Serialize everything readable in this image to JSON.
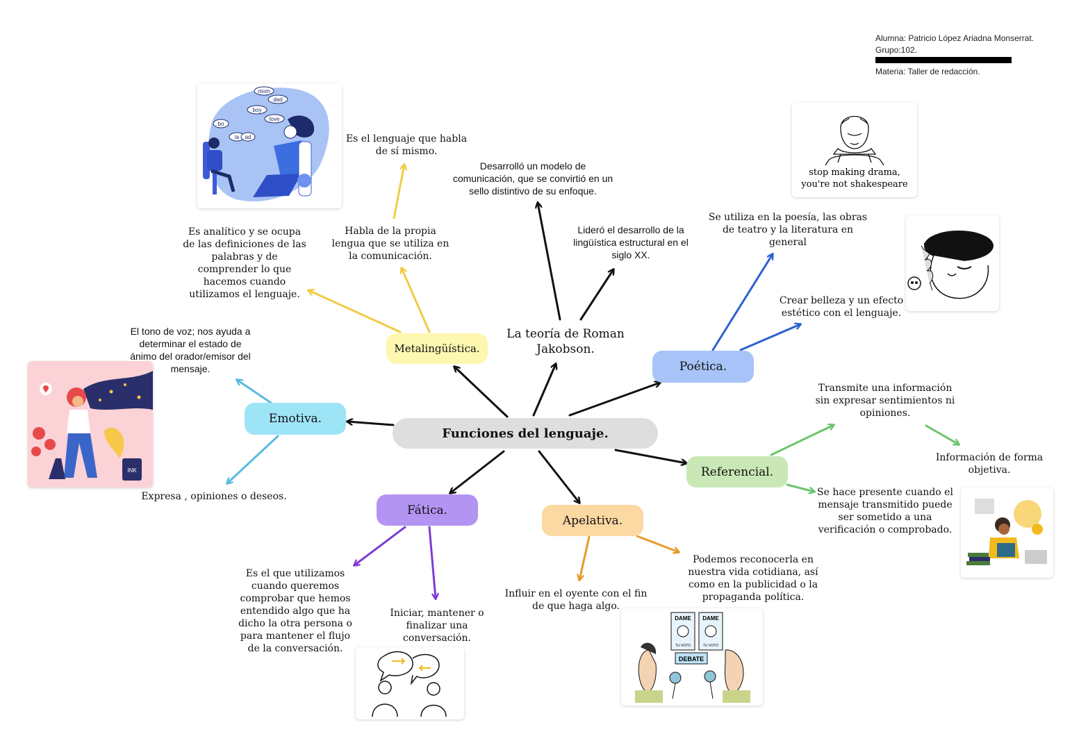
{
  "header": {
    "student": "Alumna: Patricio López Ariadna Monserrat.",
    "group": "Grupo:102.",
    "subject": "Materia: Taller de redacción."
  },
  "center": {
    "label": "Funciones del  lenguaje."
  },
  "topic": {
    "label": "La teoría de Roman Jakobson."
  },
  "nodes": {
    "metalinguistica": "Metalingüística.",
    "emotiva": "Emotiva.",
    "poetica": "Poética.",
    "referencial": "Referencial.",
    "fatica": "Fática.",
    "apelativa": "Apelativa."
  },
  "texts": {
    "jakobson_model": "Desarrolló un modelo de comunicación, que se convirtió en un sello distintivo de su enfoque.",
    "jakobson_structural": "Lideró el desarrollo de la lingüística estructural en el siglo XX.",
    "meta_self": "Es el lenguaje que habla de sí mismo.",
    "meta_own": "Habla de la propia lengua que se utiliza en la comunicación.",
    "meta_analytic": "Es analítico y se ocupa de las definiciones de las palabras y de comprender lo que hacemos cuando utilizamos el lenguaje.",
    "emotiva_tone": "El tono de voz; nos ayuda a determinar el estado de ánimo del orador/emisor del mensaje.",
    "emotiva_express": "Expresa , opiniones o deseos.",
    "poetica_use": "Se utiliza en la poesía, las obras de teatro y la literatura en general",
    "poetica_beauty": "Crear belleza y un efecto estético con el lenguaje.",
    "ref_transmit": "Transmite una información sin expresar sentimientos ni opiniones.",
    "ref_objective": "Información de forma objetiva.",
    "ref_verify": "Se hace presente cuando el mensaje transmitido puede ser sometido a una verificación o comprobado.",
    "fatica_check": "Es el que utilizamos cuando queremos comprobar que hemos entendido algo que ha dicho la otra persona o para mantener el flujo de la conversación.",
    "fatica_start": "Iniciar, mantener o finalizar una conversación.",
    "apel_influence": "Influir en el oyente con el fin de que haga algo.",
    "apel_recognize": "Podemos reconocerla en nuestra vida cotidiana, así como en la publicidad o la propaganda política."
  },
  "images": {
    "speech_words": [
      "mom",
      "dad",
      "boy",
      "love",
      "bo",
      "la",
      "ad"
    ],
    "shakespeare_caption_1": "stop making drama,",
    "shakespeare_caption_2": "you're not shakespeare",
    "ink_label": "INK",
    "debate_label": "DEBATE",
    "poster_label": "DAME",
    "poster_sub": "TU VOTO"
  },
  "colors": {
    "metalinguistica": "#fdf7b0",
    "emotiva": "#9ee4f7",
    "poetica": "#a7c3f7",
    "referencial": "#c9e8b6",
    "fatica": "#b394f3",
    "apelativa": "#fcd8a2",
    "center": "#dedede",
    "arrow_meta": "#f0cc47",
    "arrow_emo": "#5ab9e0",
    "arrow_poe": "#2f5fd2",
    "arrow_ref": "#6cc46c",
    "arrow_fat": "#7e3bd6",
    "arrow_ape": "#e89a2a"
  }
}
